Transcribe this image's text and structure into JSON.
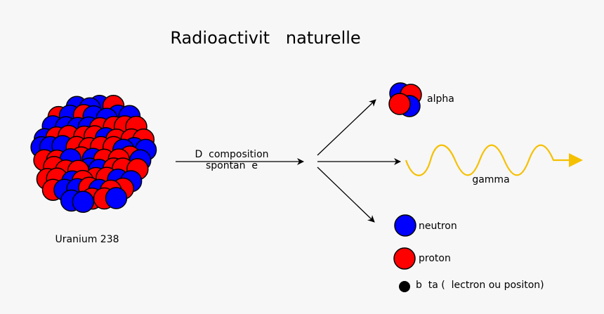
{
  "title": "Radioactivit   naturelle",
  "nucleus": {
    "label": "Uranium 238"
  },
  "process": {
    "line1": "D  composition",
    "line2": "spontan  e"
  },
  "products": {
    "alpha": "alpha",
    "gamma": "gamma"
  },
  "legend": {
    "neutron": "neutron",
    "proton": "proton",
    "beta": "b  ta (  lectron ou positon)"
  },
  "colors": {
    "neutron": "#0000ff",
    "proton": "#ff0000",
    "gamma": "#f5c000",
    "background": "#f7f7f7"
  }
}
